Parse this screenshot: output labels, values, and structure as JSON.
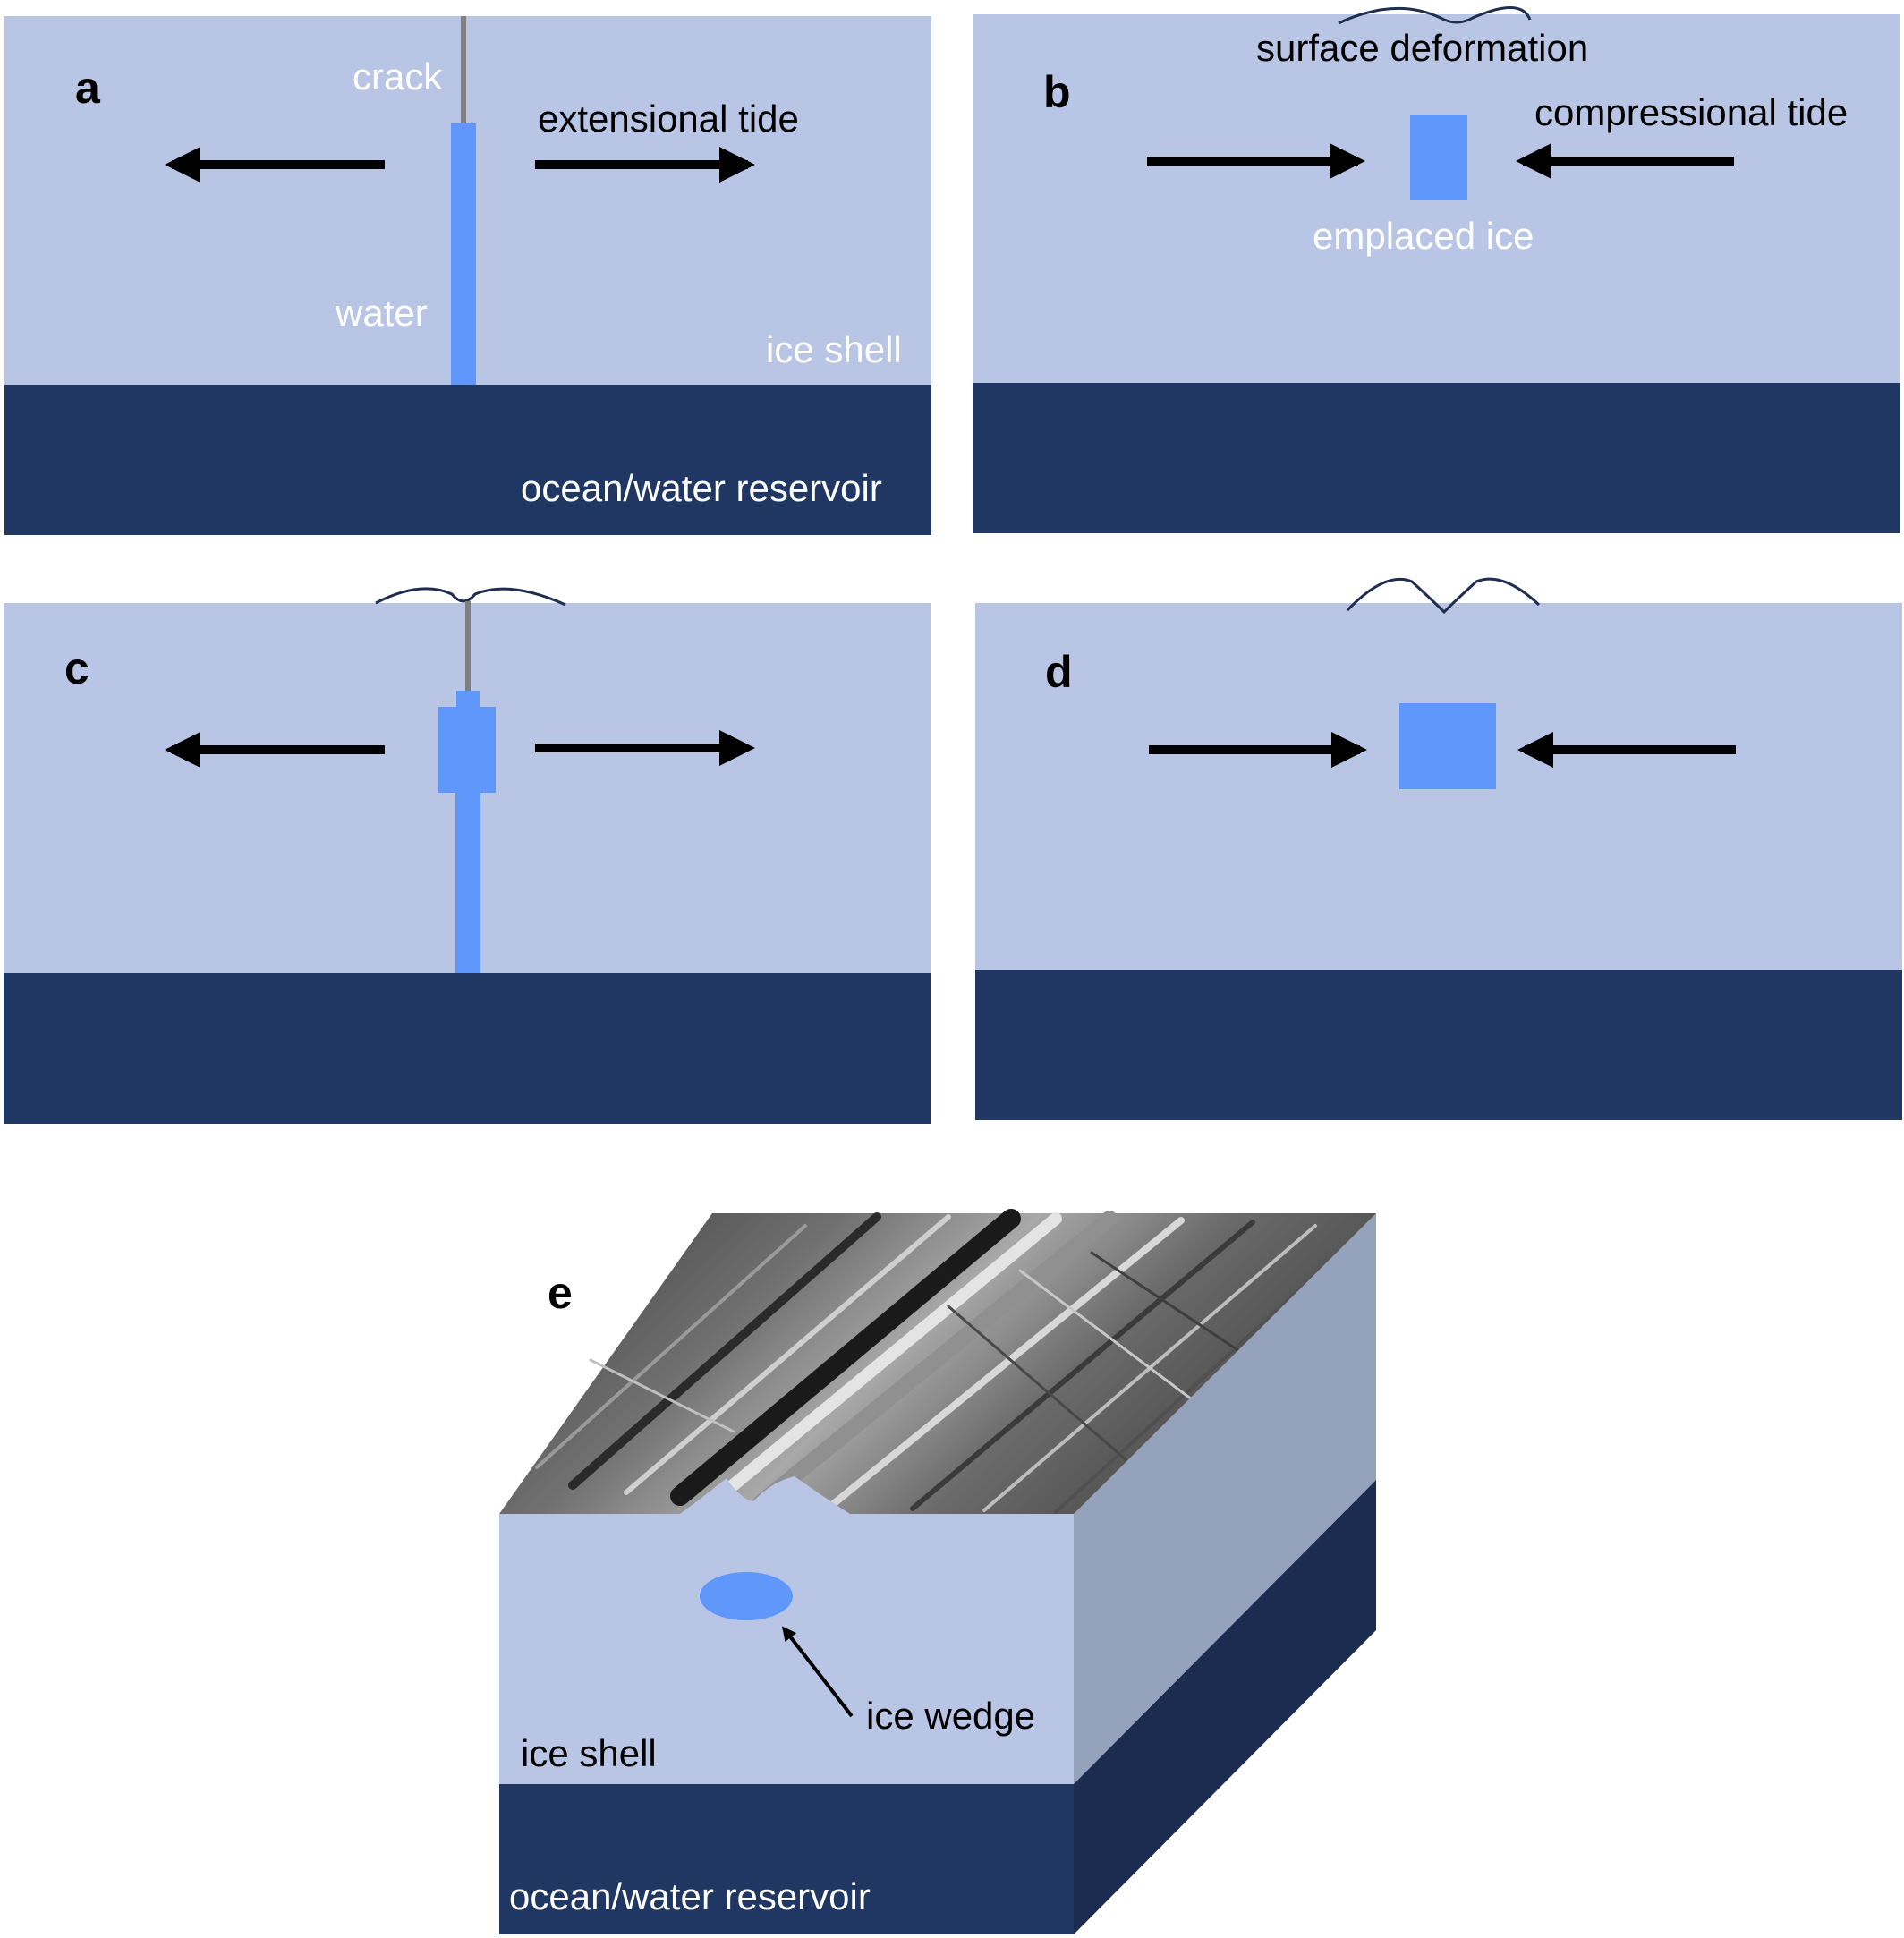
{
  "colors": {
    "ice_shell": "#b8c5e4",
    "ocean": "#213763",
    "water": "#5f97fb",
    "crack": "#7f7f7f",
    "arrow": "#000000",
    "deformation_line": "#1f2d4f",
    "block_side_ice": "#95a2bb",
    "block_side_ocean": "#1c2c50"
  },
  "panels": {
    "a": {
      "letter": "a",
      "crack_label": "crack",
      "tide_label": "extensional tide",
      "water_label": "water",
      "ice_shell_label": "ice shell",
      "ocean_label": "ocean/water reservoir"
    },
    "b": {
      "letter": "b",
      "surface_label": "surface deformation",
      "tide_label": "compressional tide",
      "emplaced_label": "emplaced ice"
    },
    "c": {
      "letter": "c"
    },
    "d": {
      "letter": "d"
    },
    "e": {
      "letter": "e",
      "wedge_label": "ice wedge",
      "ice_shell_label": "ice shell",
      "ocean_label": "ocean/water reservoir",
      "surface_texture": "grayscale ridged icy terrain"
    }
  }
}
